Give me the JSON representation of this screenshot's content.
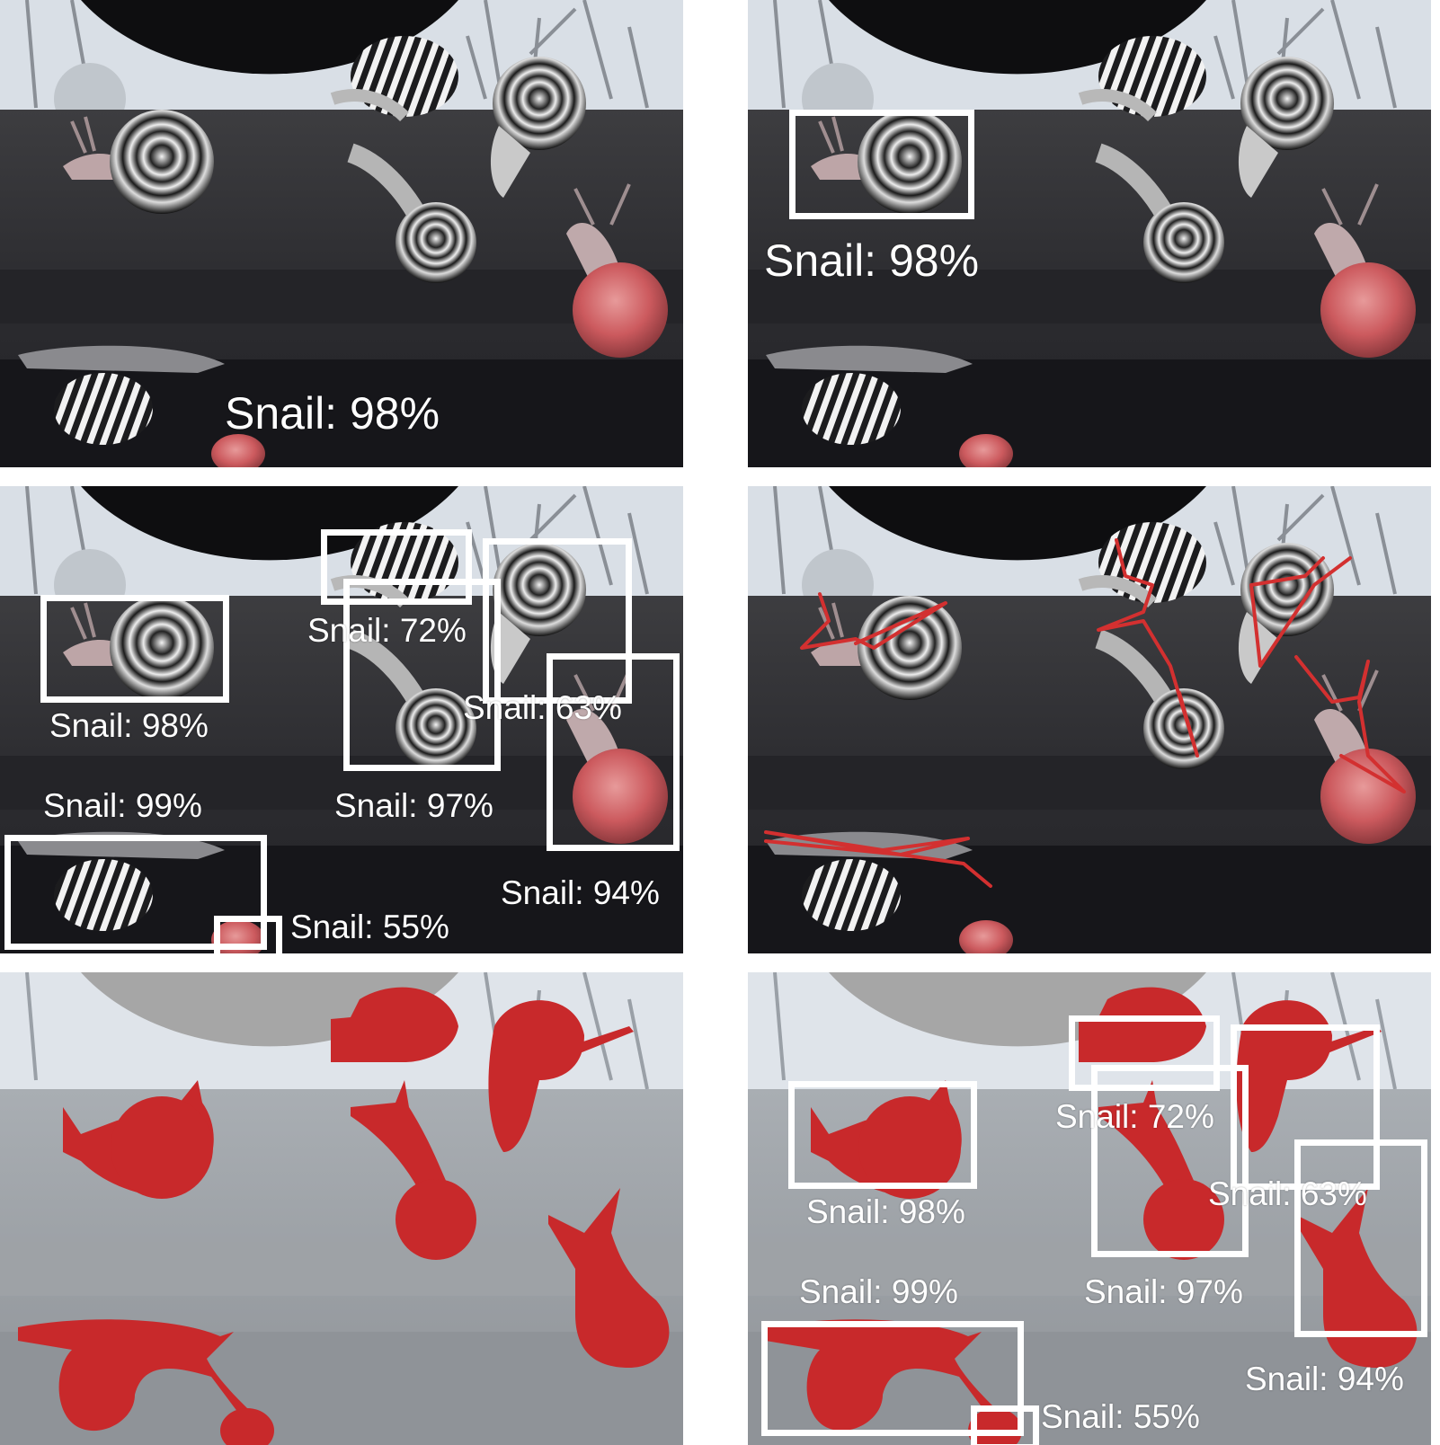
{
  "panels": {
    "p1": {
      "label": "Snail: 98%"
    },
    "p2": {
      "label": "Snail: 98%"
    },
    "p3": {
      "labels": [
        "Snail: 72%",
        "Snail: 98%",
        "Snail: 63%",
        "Snail: 99%",
        "Snail: 97%",
        "Snail: 94%",
        "Snail: 55%"
      ]
    },
    "p6": {
      "labels": [
        "Snail: 72%",
        "Snail: 98%",
        "Snail: 63%",
        "Snail: 99%",
        "Snail: 97%",
        "Snail: 94%",
        "Snail: 55%"
      ]
    }
  },
  "colors": {
    "mask_red": "#c8292b",
    "keypoint_red": "#d33030",
    "box_white": "#ffffff",
    "ledge_dark": "#2a2a2e",
    "sky_light": "#dde3ea"
  }
}
